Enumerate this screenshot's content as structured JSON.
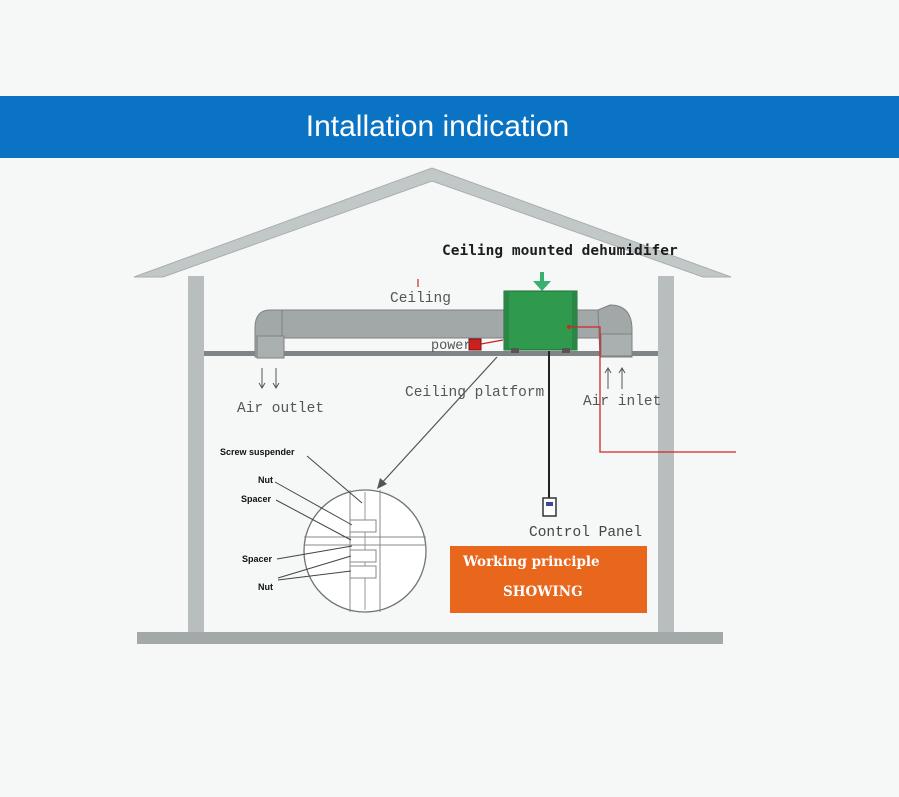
{
  "header": {
    "title": "Intallation indication"
  },
  "labels": {
    "dehumidifier": "Ceiling mounted dehumidifer",
    "ceiling": "Ceiling",
    "power": "power",
    "ceiling_platform": "Ceiling platform",
    "air_outlet": "Air outlet",
    "air_inlet": "Air inlet",
    "control_panel": "Control Panel"
  },
  "detail": {
    "screw_suspender": "Screw suspender",
    "nut_top": "Nut",
    "spacer_top": "Spacer",
    "spacer_bottom": "Spacer",
    "nut_bottom": "Nut"
  },
  "button": {
    "line1": "Working principle",
    "line2": "SHOWING"
  },
  "colors": {
    "banner": "#0b73c3",
    "house": "#b3b8b9",
    "duct": "#9ea3a3",
    "unit": "#2f9a4e",
    "power": "#cc1f1f",
    "button": "#e9661d"
  }
}
